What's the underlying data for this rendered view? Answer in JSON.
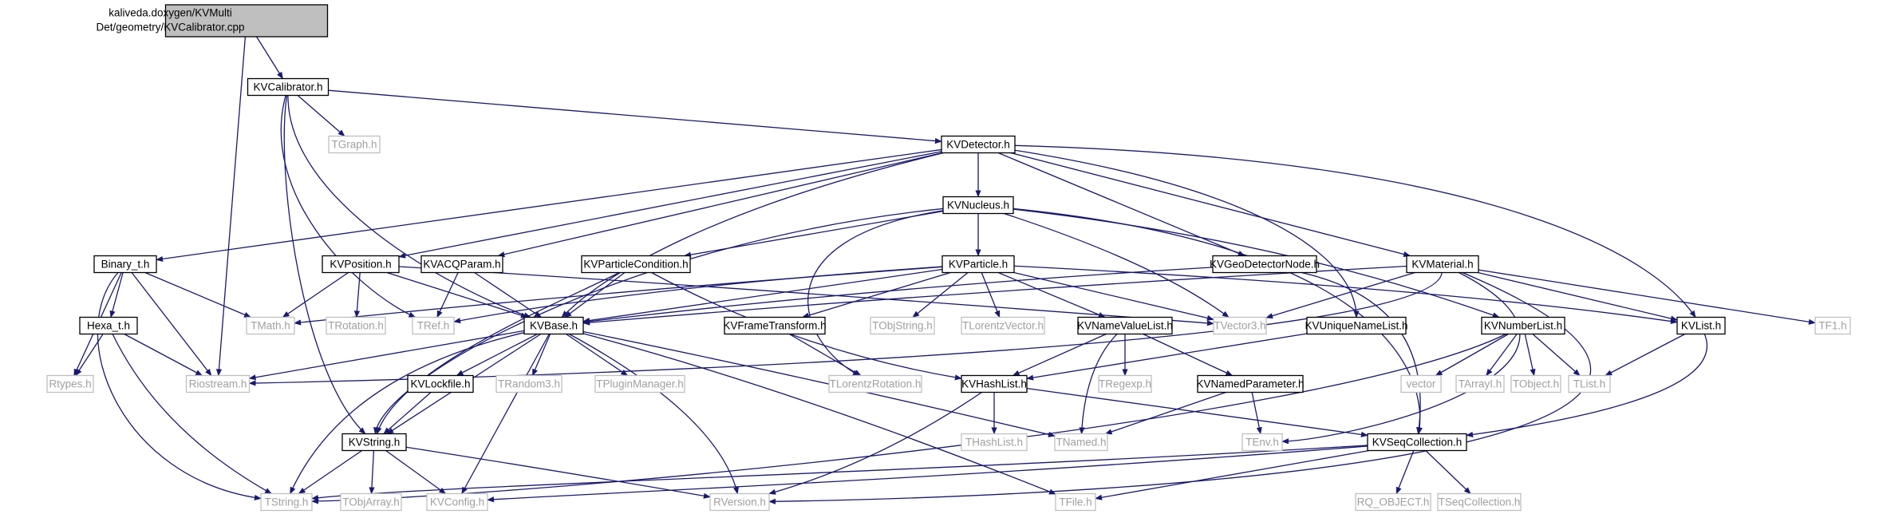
{
  "colors": {
    "root_fill": "#bfbfbf",
    "root_stroke": "#000000",
    "node_fill": "#ffffff",
    "node_stroke": "#000000",
    "external_stroke": "#bfbfbf",
    "external_text": "#a0a0a0",
    "text": "#000000",
    "edge": "#191970"
  },
  "root": {
    "lines": [
      "kaliveda.doxygen/KVMulti",
      "Det/geometry/KVCalibrator.cpp"
    ]
  },
  "nodes": [
    {
      "id": "KVCalibrator_h",
      "label": "KVCalibrator.h",
      "kind": "node"
    },
    {
      "id": "Riostream_h",
      "label": "Riostream.h",
      "kind": "external"
    },
    {
      "id": "TGraph_h",
      "label": "TGraph.h",
      "kind": "external"
    },
    {
      "id": "KVDetector_h",
      "label": "KVDetector.h",
      "kind": "node"
    },
    {
      "id": "KVBase_h",
      "label": "KVBase.h",
      "kind": "node"
    },
    {
      "id": "TRef_h",
      "label": "TRef.h",
      "kind": "external"
    },
    {
      "id": "KVNucleus_h",
      "label": "KVNucleus.h",
      "kind": "node"
    },
    {
      "id": "Binary_t_h",
      "label": "Binary_t.h",
      "kind": "node"
    },
    {
      "id": "KVPosition_h",
      "label": "KVPosition.h",
      "kind": "node"
    },
    {
      "id": "KVACQParam_h",
      "label": "KVACQParam.h",
      "kind": "node"
    },
    {
      "id": "KVGeoDetectorNode_h",
      "label": "KVGeoDetectorNode.h",
      "kind": "node"
    },
    {
      "id": "KVMaterial_h",
      "label": "KVMaterial.h",
      "kind": "node"
    },
    {
      "id": "KVParticleCondition_h",
      "label": "KVParticleCondition.h",
      "kind": "node"
    },
    {
      "id": "KVParticle_h",
      "label": "KVParticle.h",
      "kind": "node"
    },
    {
      "id": "Hexa_t_h",
      "label": "Hexa_t.h",
      "kind": "node"
    },
    {
      "id": "TMath_h",
      "label": "TMath.h",
      "kind": "external"
    },
    {
      "id": "TRotation_h",
      "label": "TRotation.h",
      "kind": "external"
    },
    {
      "id": "KVFrameTransform_h",
      "label": "KVFrameTransform.h",
      "kind": "node"
    },
    {
      "id": "TObjString_h",
      "label": "TObjString.h",
      "kind": "external"
    },
    {
      "id": "TLorentzVector_h",
      "label": "TLorentzVector.h",
      "kind": "external"
    },
    {
      "id": "KVNameValueList_h",
      "label": "KVNameValueList.h",
      "kind": "node"
    },
    {
      "id": "TVector3_h",
      "label": "TVector3.h",
      "kind": "external"
    },
    {
      "id": "KVUniqueNameList_h",
      "label": "KVUniqueNameList.h",
      "kind": "node"
    },
    {
      "id": "KVNumberList_h",
      "label": "KVNumberList.h",
      "kind": "node"
    },
    {
      "id": "KVList_h",
      "label": "KVList.h",
      "kind": "node"
    },
    {
      "id": "TF1_h",
      "label": "TF1.h",
      "kind": "external"
    },
    {
      "id": "Rtypes_h",
      "label": "Rtypes.h",
      "kind": "external"
    },
    {
      "id": "KVLockfile_h",
      "label": "KVLockfile.h",
      "kind": "node"
    },
    {
      "id": "TRandom3_h",
      "label": "TRandom3.h",
      "kind": "external"
    },
    {
      "id": "TPluginManager_h",
      "label": "TPluginManager.h",
      "kind": "external"
    },
    {
      "id": "TLorentzRotation_h",
      "label": "TLorentzRotation.h",
      "kind": "external"
    },
    {
      "id": "KVHashList_h",
      "label": "KVHashList.h",
      "kind": "node"
    },
    {
      "id": "TRegexp_h",
      "label": "TRegexp.h",
      "kind": "external"
    },
    {
      "id": "KVNamedParameter_h",
      "label": "KVNamedParameter.h",
      "kind": "node"
    },
    {
      "id": "vector",
      "label": "vector",
      "kind": "external"
    },
    {
      "id": "TArrayI_h",
      "label": "TArrayI.h",
      "kind": "external"
    },
    {
      "id": "TObject_h",
      "label": "TObject.h",
      "kind": "external"
    },
    {
      "id": "TList_h",
      "label": "TList.h",
      "kind": "external"
    },
    {
      "id": "KVString_h",
      "label": "KVString.h",
      "kind": "node"
    },
    {
      "id": "THashList_h",
      "label": "THashList.h",
      "kind": "external"
    },
    {
      "id": "TNamed_h",
      "label": "TNamed.h",
      "kind": "external"
    },
    {
      "id": "TEnv_h",
      "label": "TEnv.h",
      "kind": "external"
    },
    {
      "id": "KVSeqCollection_h",
      "label": "KVSeqCollection.h",
      "kind": "node"
    },
    {
      "id": "TString_h",
      "label": "TString.h",
      "kind": "external"
    },
    {
      "id": "TObjArray_h",
      "label": "TObjArray.h",
      "kind": "external"
    },
    {
      "id": "KVConfig_h",
      "label": "KVConfig.h",
      "kind": "external"
    },
    {
      "id": "RVersion_h",
      "label": "RVersion.h",
      "kind": "external"
    },
    {
      "id": "TFile_h",
      "label": "TFile.h",
      "kind": "external"
    },
    {
      "id": "RQ_OBJECT_h",
      "label": "RQ_OBJECT.h",
      "kind": "external"
    },
    {
      "id": "TSeqCollection_h",
      "label": "TSeqCollection.h",
      "kind": "external"
    }
  ]
}
